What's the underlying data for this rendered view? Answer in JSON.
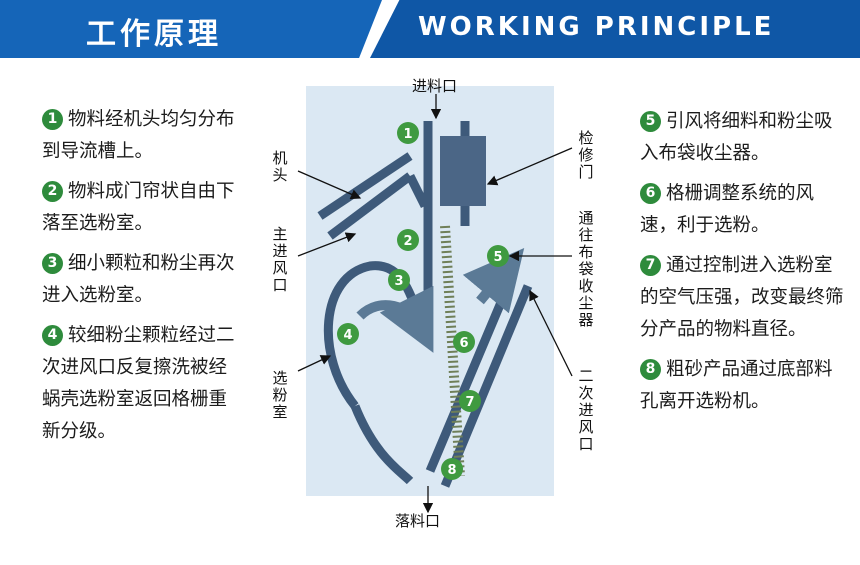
{
  "header": {
    "title_cn": "工作原理",
    "title_en": "WORKING  PRINCIPLE"
  },
  "steps_left": [
    {
      "num": "1",
      "text": "物料经机头均匀分布到导流槽上。"
    },
    {
      "num": "2",
      "text": "物料成门帘状自由下落至选粉室。"
    },
    {
      "num": "3",
      "text": "细小颗粒和粉尘再次进入选粉室。"
    },
    {
      "num": "4",
      "text": "较细粉尘颗粒经过二次进风口反复擦洗被经蜗壳选粉室返回格栅重新分级。"
    }
  ],
  "steps_right": [
    {
      "num": "5",
      "text": "引风将细料和粉尘吸入布袋收尘器。"
    },
    {
      "num": "6",
      "text": "格栅调整系统的风速，利于选粉。"
    },
    {
      "num": "7",
      "text": "通过控制进入选粉室的空气压强，改变最终筛分产品的物料直径。"
    },
    {
      "num": "8",
      "text": "粗砂产品通过底部料孔离开选粉机。"
    }
  ],
  "labels": {
    "feed_inlet": "进料口",
    "head": "机头",
    "main_inlet": "主进风口",
    "chamber": "选粉室",
    "outlet": "落料口",
    "inspection_door": "检修门",
    "to_bag_filter": "通往布袋收尘器",
    "secondary_inlet": "二次进风口"
  },
  "markers": [
    "1",
    "2",
    "3",
    "4",
    "5",
    "6",
    "7",
    "8"
  ],
  "colors": {
    "banner": "#1565b8",
    "marker": "#3f9a40",
    "frame": "#4a6a8a"
  }
}
